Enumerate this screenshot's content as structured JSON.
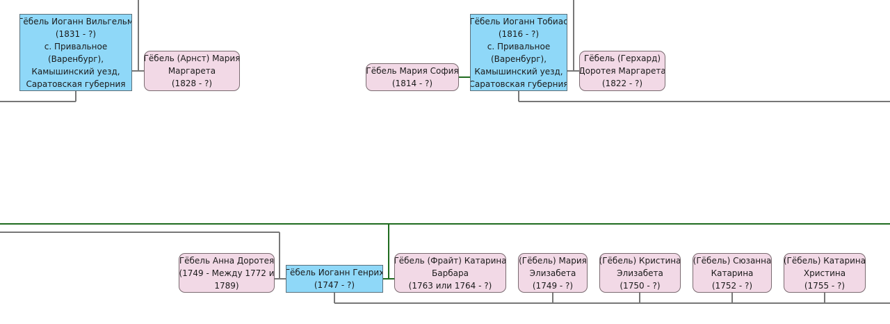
{
  "colors": {
    "male_fill": "#8fd8f8",
    "female_fill": "#f2d9e6",
    "line_gray": "#777777",
    "line_green": "#1f6b1f"
  },
  "people": {
    "p1": {
      "lines": [
        "Гёбель Иоганн Вильгельм",
        "(1831 - ?)",
        "с. Привальное",
        "(Варенбург),",
        "Камышинский уезд,",
        "Саратовская губерния"
      ]
    },
    "p2": {
      "lines": [
        "Гёбель (Арнст) Мария",
        "Маргарета",
        "(1828 - ?)"
      ]
    },
    "p3": {
      "lines": [
        "Гёбель Мария София",
        "(1814 - ?)"
      ]
    },
    "p4": {
      "lines": [
        "Гёбель Иоганн Тобиас",
        "(1816 - ?)",
        "с. Привальное",
        "(Варенбург),",
        "Камышинский уезд,",
        "Саратовская губерния"
      ]
    },
    "p5": {
      "lines": [
        "Гёбель (Герхард)",
        "Доротея Маргарета",
        "(1822 - ?)"
      ]
    },
    "p6": {
      "lines": [
        "Гёбель Анна Доротея",
        "(1749 - Между 1772 и",
        "1789)"
      ]
    },
    "p7": {
      "lines": [
        "Гёбель Иоганн Генрих",
        "(1747 - ?)"
      ]
    },
    "p8": {
      "lines": [
        "Гёбель (Фрайт) Катарина",
        "Барбара",
        "(1763 или 1764 - ?)"
      ]
    },
    "p9": {
      "lines": [
        "(Гёбель) Мария",
        "Элизабета",
        "(1749 - ?)"
      ]
    },
    "p10": {
      "lines": [
        "(Гёбель) Кристина",
        "Элизабета",
        "(1750 - ?)"
      ]
    },
    "p11": {
      "lines": [
        "(Гёбель) Сюзанна",
        "Катарина",
        "(1752 - ?)"
      ]
    },
    "p12": {
      "lines": [
        "(Гёбель) Катарина",
        "Христина",
        "(1755 - ?)"
      ]
    }
  }
}
